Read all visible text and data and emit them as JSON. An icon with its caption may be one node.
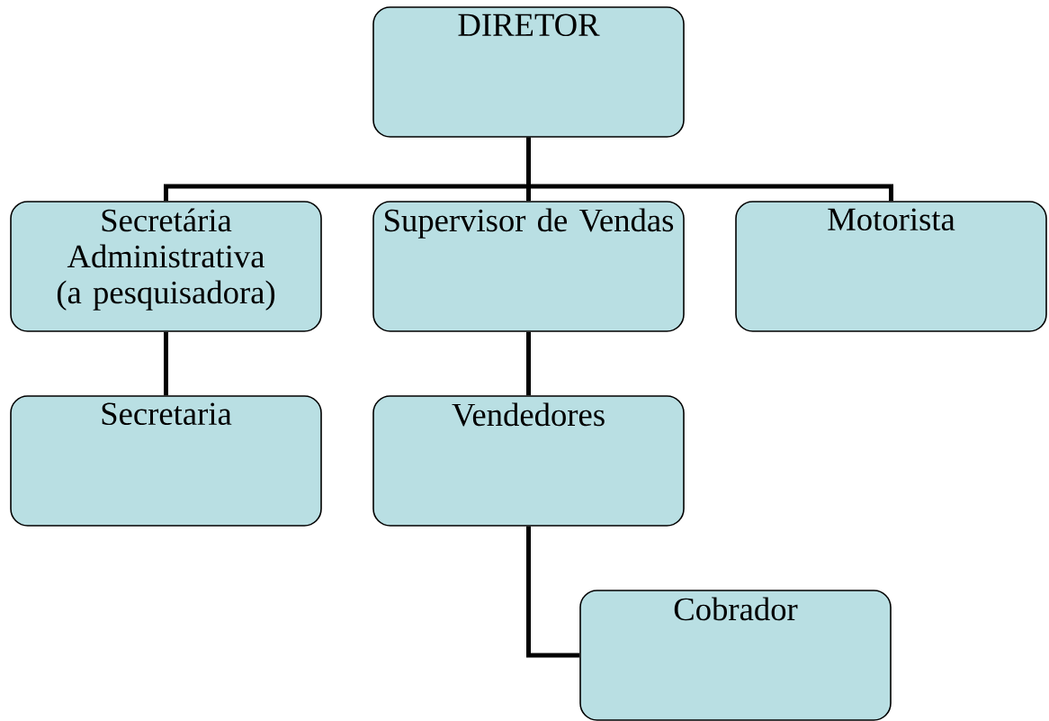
{
  "diagram": {
    "nodes": [
      {
        "text": [
          "DIRETOR"
        ]
      },
      {
        "text": [
          "Secretária Administrativa (a pesquisadora)"
        ]
      },
      {
        "text": [
          "Supervisor de Vendas"
        ]
      },
      {
        "text": [
          "Motorista"
        ]
      },
      {
        "text": [
          "Secretaria"
        ]
      },
      {
        "text": [
          "Vendedores"
        ]
      },
      {
        "text": [
          "Cobrador"
        ]
      }
    ],
    "edges": [
      {
        "from": 0,
        "to": 1,
        "arrow": "none"
      },
      {
        "from": 0,
        "to": 2,
        "arrow": "none"
      },
      {
        "from": 0,
        "to": 3,
        "arrow": "none"
      },
      {
        "from": 1,
        "to": 4,
        "arrow": "none"
      },
      {
        "from": 2,
        "to": 5,
        "arrow": "none"
      },
      {
        "from": 5,
        "to": 6,
        "arrow": "none"
      }
    ]
  }
}
